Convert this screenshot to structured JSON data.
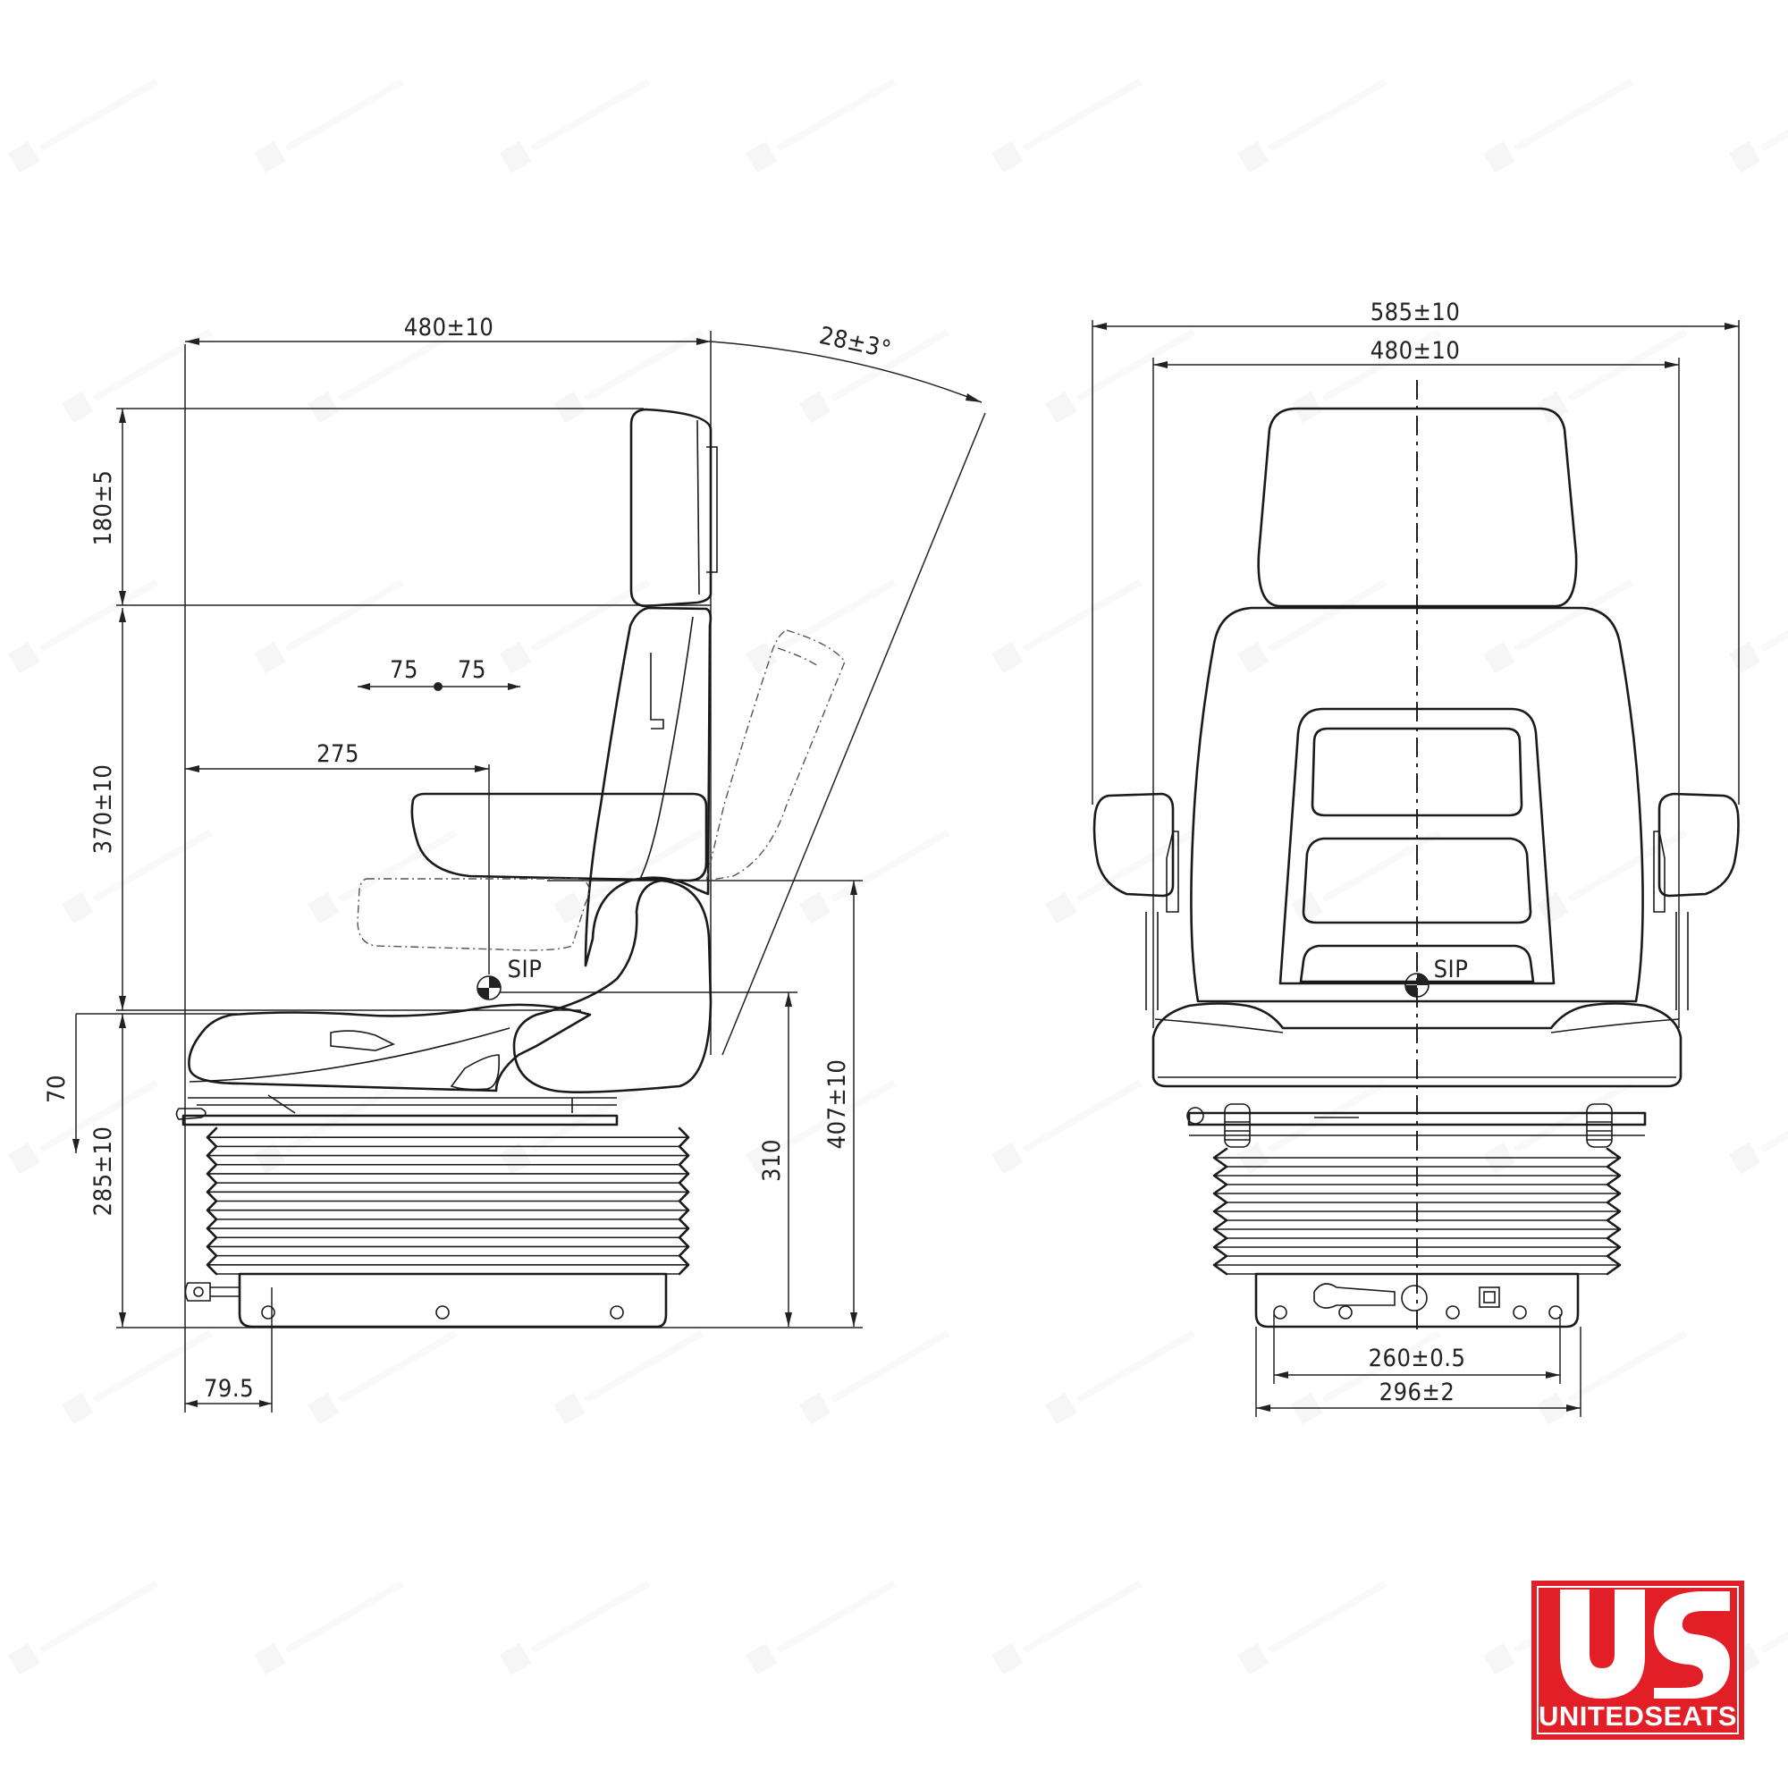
{
  "dimensions": {
    "side_view": {
      "overall_depth": "480±10",
      "backrest_tilt": "28±3°",
      "headrest_height": "180±5",
      "backrest_height": "370±10",
      "armrest_adjust_left": "75",
      "armrest_adjust_right": "75",
      "sip_offset": "275",
      "vertical_stroke": "70",
      "suspension_height": "285±10",
      "sip_height_base": "310",
      "total_to_armrest": "407±10",
      "base_offset": "79.5",
      "sip_label": "SIP"
    },
    "front_view": {
      "overall_width": "585±10",
      "seat_width": "480±10",
      "sip_label": "SIP",
      "mount_inner": "260±0.5",
      "mount_outer": "296±2"
    }
  },
  "brand": {
    "logo_letters": "US",
    "name": "UNITEDSEATS",
    "logo_color": "#e21f26"
  }
}
